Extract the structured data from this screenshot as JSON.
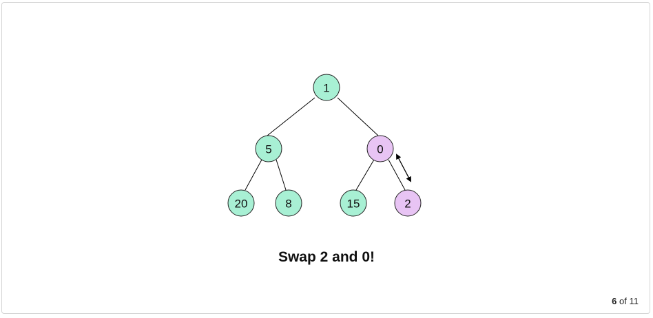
{
  "diagram": {
    "nodes": [
      {
        "id": "n1",
        "label": "1",
        "color": "#a8f0d4",
        "highlighted": false
      },
      {
        "id": "n5",
        "label": "5",
        "color": "#a8f0d4",
        "highlighted": false
      },
      {
        "id": "n0",
        "label": "0",
        "color": "#e8c4f4",
        "highlighted": true
      },
      {
        "id": "n20",
        "label": "20",
        "color": "#a8f0d4",
        "highlighted": false
      },
      {
        "id": "n8",
        "label": "8",
        "color": "#a8f0d4",
        "highlighted": false
      },
      {
        "id": "n15",
        "label": "15",
        "color": "#a8f0d4",
        "highlighted": false
      },
      {
        "id": "n2",
        "label": "2",
        "color": "#e8c4f4",
        "highlighted": true
      }
    ],
    "edges": [
      [
        "n1",
        "n5"
      ],
      [
        "n1",
        "n0"
      ],
      [
        "n5",
        "n20"
      ],
      [
        "n5",
        "n8"
      ],
      [
        "n0",
        "n15"
      ],
      [
        "n0",
        "n2"
      ]
    ],
    "swap": [
      "n0",
      "n2"
    ]
  },
  "caption": "Swap 2 and 0!",
  "pager": {
    "current": "6",
    "separator": "of",
    "total": "11"
  },
  "colors": {
    "default_node": "#a8f0d4",
    "highlight_node": "#e8c4f4"
  }
}
